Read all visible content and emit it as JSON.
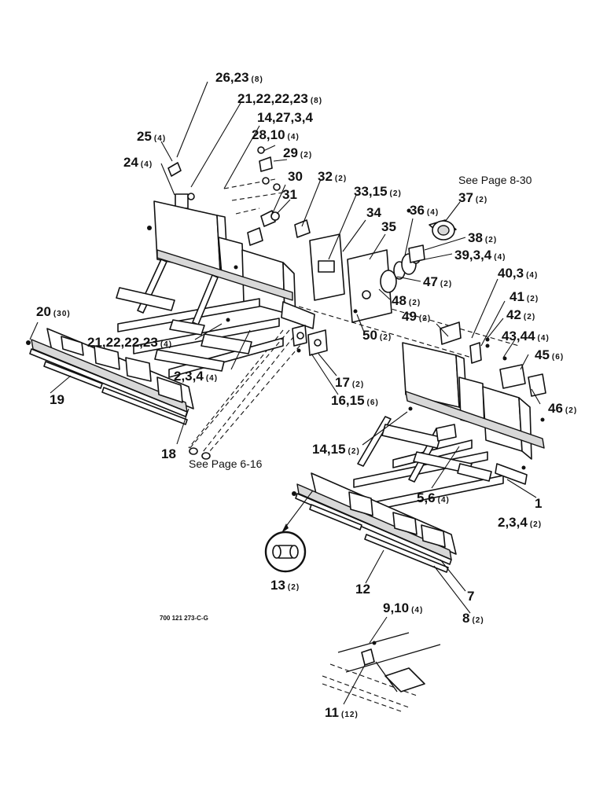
{
  "diagram": {
    "drawing_code": "700 121 273-C-G",
    "notes": {
      "see_page_8_30": "See Page 8-30",
      "see_page_6_16": "See Page 6-16"
    },
    "callouts": [
      {
        "id": "c26",
        "label": "26,23",
        "qty": "(8)"
      },
      {
        "id": "c21a",
        "label": "21,22,22,23",
        "qty": "(8)"
      },
      {
        "id": "c14a",
        "label": "14,27,3,4",
        "qty": ""
      },
      {
        "id": "c25",
        "label": "25",
        "qty": "(4)"
      },
      {
        "id": "c28",
        "label": "28,10",
        "qty": "(4)"
      },
      {
        "id": "c29",
        "label": "29",
        "qty": "(2)"
      },
      {
        "id": "c24",
        "label": "24",
        "qty": "(4)"
      },
      {
        "id": "c30",
        "label": "30",
        "qty": ""
      },
      {
        "id": "c32",
        "label": "32",
        "qty": "(2)"
      },
      {
        "id": "c31",
        "label": "31",
        "qty": ""
      },
      {
        "id": "c33",
        "label": "33,15",
        "qty": "(2)"
      },
      {
        "id": "c37",
        "label": "37",
        "qty": "(2)"
      },
      {
        "id": "c36",
        "label": "36",
        "qty": "(4)"
      },
      {
        "id": "c34",
        "label": "34",
        "qty": ""
      },
      {
        "id": "c35",
        "label": "35",
        "qty": ""
      },
      {
        "id": "c38",
        "label": "38",
        "qty": "(2)"
      },
      {
        "id": "c39",
        "label": "39,3,4",
        "qty": "(4)"
      },
      {
        "id": "c47",
        "label": "47",
        "qty": "(2)"
      },
      {
        "id": "c40",
        "label": "40,3",
        "qty": "(4)"
      },
      {
        "id": "c48",
        "label": "48",
        "qty": "(2)"
      },
      {
        "id": "c41",
        "label": "41",
        "qty": "(2)"
      },
      {
        "id": "c20",
        "label": "20",
        "qty": "(30)"
      },
      {
        "id": "c49",
        "label": "49",
        "qty": "(2)"
      },
      {
        "id": "c42",
        "label": "42",
        "qty": "(2)"
      },
      {
        "id": "c50",
        "label": "50",
        "qty": "(2)"
      },
      {
        "id": "c21b",
        "label": "21,22,22,23",
        "qty": "(4)"
      },
      {
        "id": "c43",
        "label": "43,44",
        "qty": "(4)"
      },
      {
        "id": "c45",
        "label": "45",
        "qty": "(6)"
      },
      {
        "id": "c2a",
        "label": "2,3,4",
        "qty": "(4)"
      },
      {
        "id": "c17",
        "label": "17",
        "qty": "(2)"
      },
      {
        "id": "c19",
        "label": "19",
        "qty": ""
      },
      {
        "id": "c16",
        "label": "16,15",
        "qty": "(6)"
      },
      {
        "id": "c46",
        "label": "46",
        "qty": "(2)"
      },
      {
        "id": "c14b",
        "label": "14,15",
        "qty": "(2)"
      },
      {
        "id": "c18",
        "label": "18",
        "qty": ""
      },
      {
        "id": "c1",
        "label": "1",
        "qty": ""
      },
      {
        "id": "c5",
        "label": "5,6",
        "qty": "(4)"
      },
      {
        "id": "c2b",
        "label": "2,3,4",
        "qty": "(2)"
      },
      {
        "id": "c13",
        "label": "13",
        "qty": "(2)"
      },
      {
        "id": "c12",
        "label": "12",
        "qty": ""
      },
      {
        "id": "c7",
        "label": "7",
        "qty": ""
      },
      {
        "id": "c9",
        "label": "9,10",
        "qty": "(4)"
      },
      {
        "id": "c8",
        "label": "8",
        "qty": "(2)"
      },
      {
        "id": "c11",
        "label": "11",
        "qty": "(12)"
      }
    ]
  }
}
